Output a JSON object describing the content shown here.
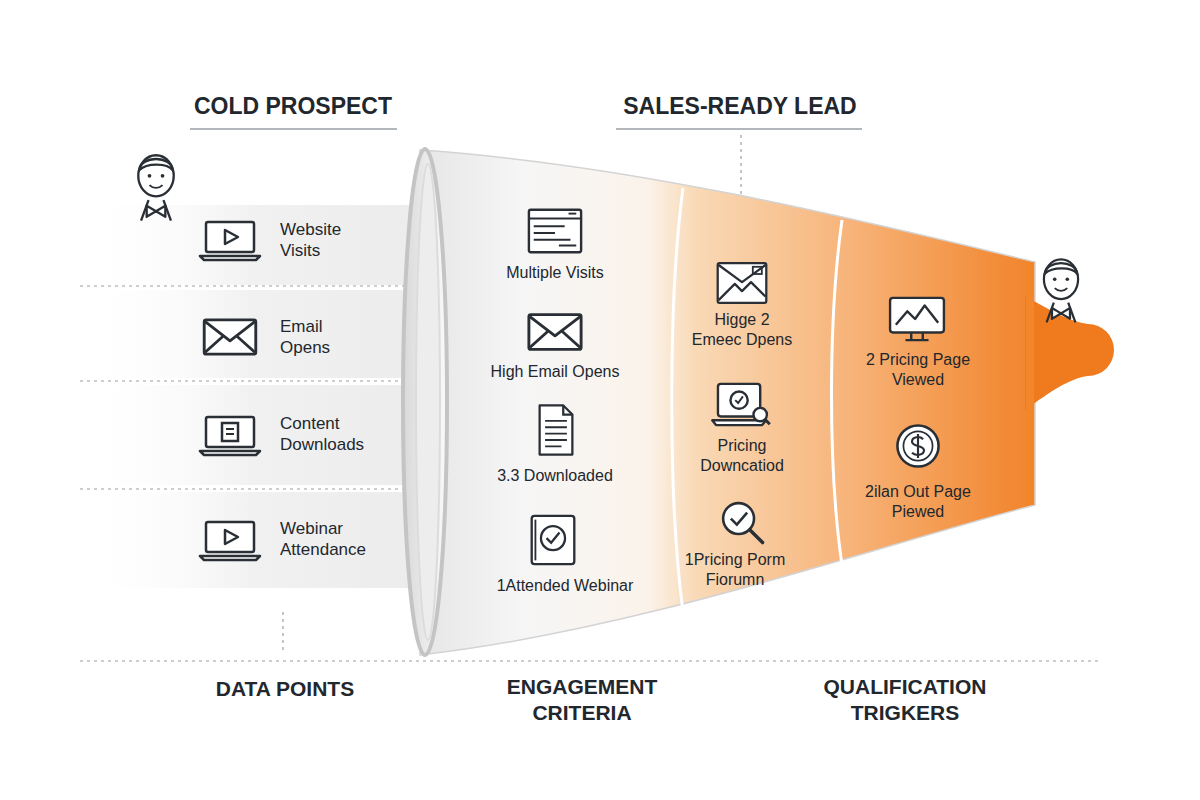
{
  "diagram": {
    "labels": [
      "COLD PROSPECT",
      "SALES-READY LEAD",
      "Website Visits",
      "Email Opens",
      "Content Downloads",
      "Webinar Attendance",
      "Multiple Visits",
      "High Email Opens",
      "3.3 Downloaded",
      "1Attended Webinar",
      "Higge 2 Emeec Dpens",
      "Pricing Downcatiod",
      "1Pricing Porm Fiorumn",
      "2 Pricing Page Viewed",
      "2ilan Out Page Piewed",
      "DATA POINTS",
      "ENGAGEMENT CRITERIA",
      "QUALIFICATION TRIGKERS"
    ]
  }
}
